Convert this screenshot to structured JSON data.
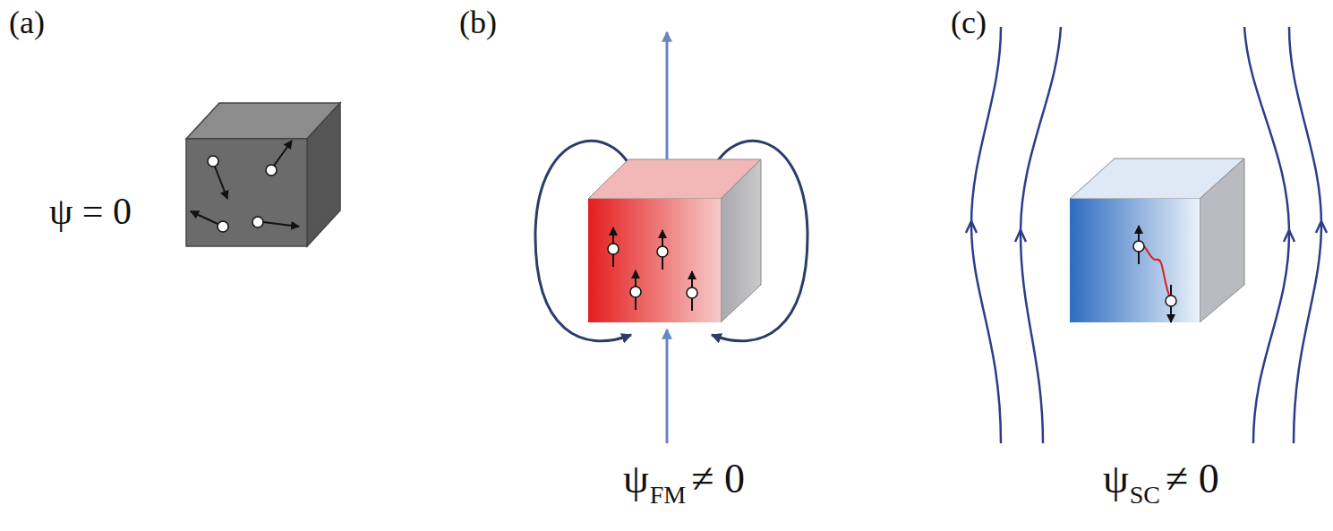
{
  "diagram": {
    "labels": [
      "(a)",
      "(b)",
      "(c)",
      "ψ = 0",
      "ψ",
      "FM",
      "≠ 0",
      "ψ",
      "SC",
      "≠ 0"
    ]
  }
}
